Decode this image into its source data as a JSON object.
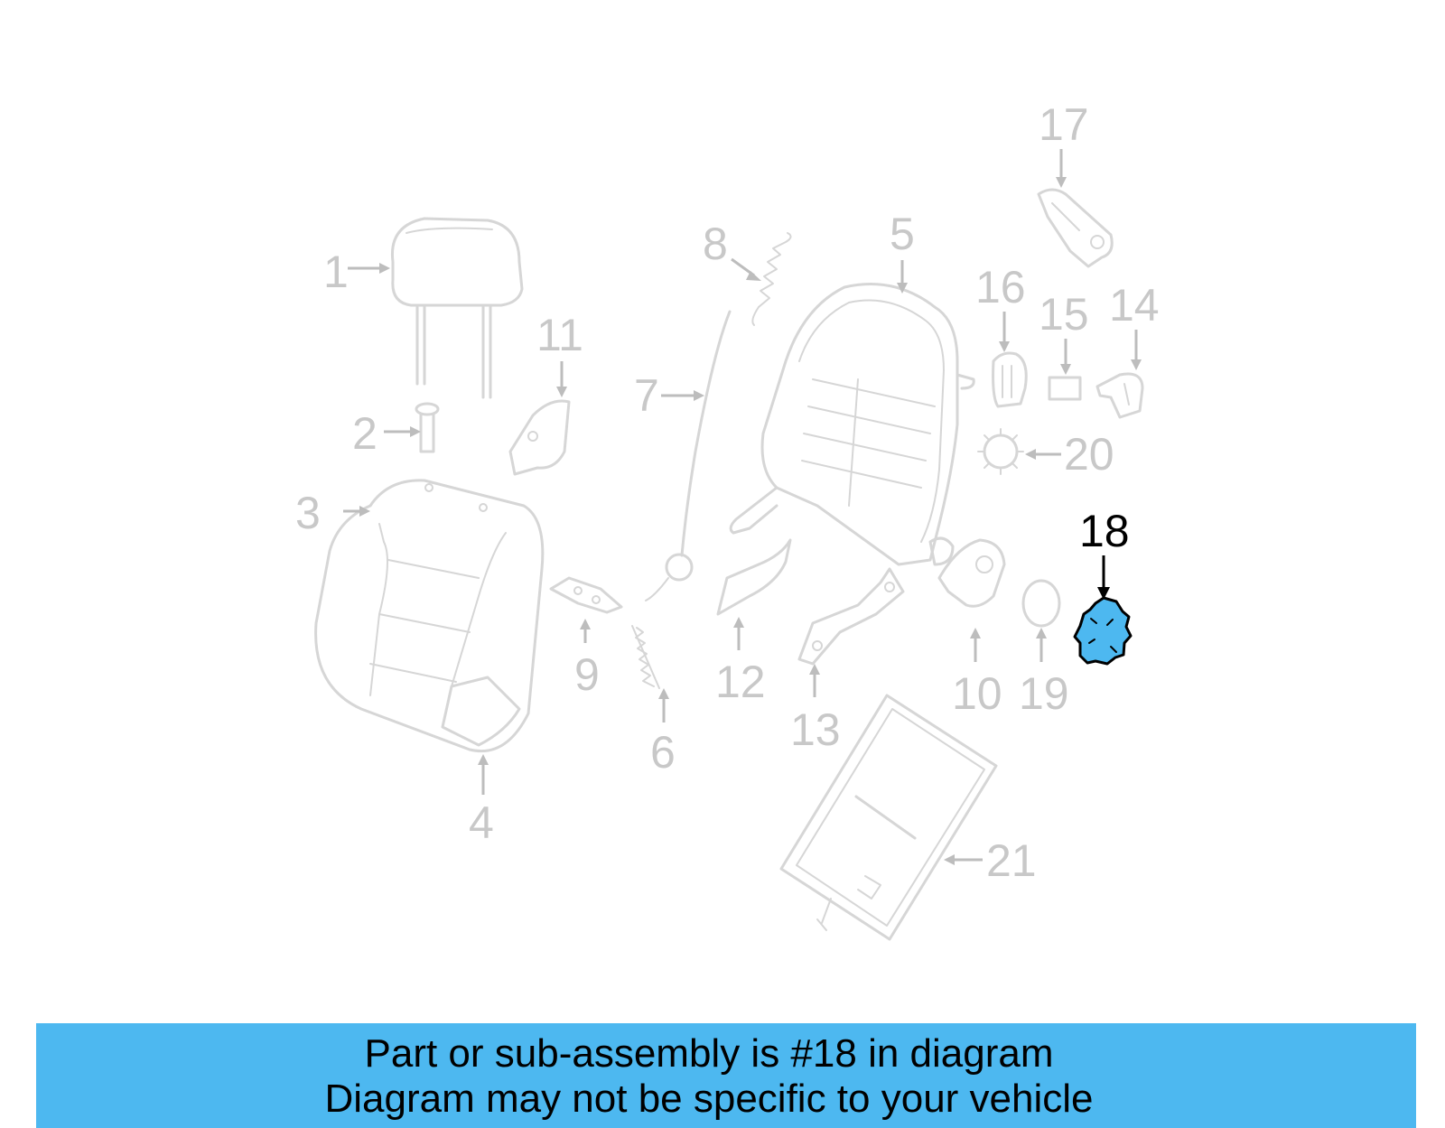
{
  "callouts": {
    "c1": "1",
    "c2": "2",
    "c3": "3",
    "c4": "4",
    "c5": "5",
    "c6": "6",
    "c7": "7",
    "c8": "8",
    "c9": "9",
    "c10": "10",
    "c11": "11",
    "c12": "12",
    "c13": "13",
    "c14": "14",
    "c15": "15",
    "c16": "16",
    "c17": "17",
    "c18": "18",
    "c19": "19",
    "c20": "20",
    "c21": "21"
  },
  "highlighted_part": "18",
  "colors": {
    "highlight": "#4db8f0",
    "part_outline": "#d6d6d6",
    "label_gray": "#c8c8c8"
  },
  "caption": {
    "line1": "Part or sub-assembly is #18 in diagram",
    "line2": "Diagram may not be specific to your vehicle"
  }
}
